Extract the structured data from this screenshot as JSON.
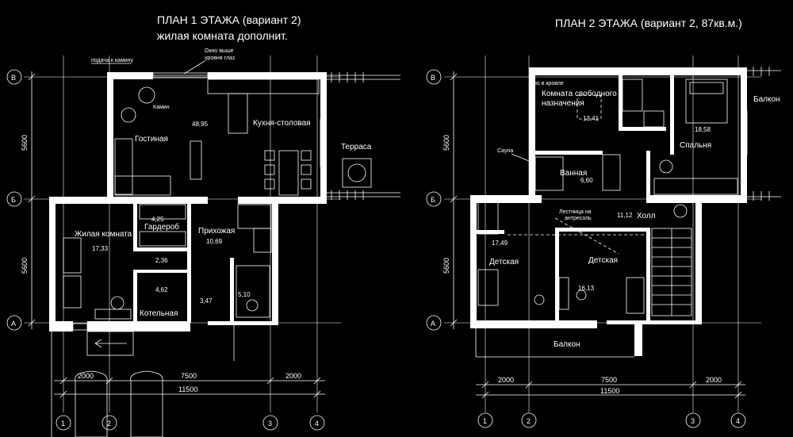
{
  "floor1": {
    "title_line1": "ПЛАН 1 ЭТАЖА (вариант 2)",
    "title_line2": "жилая комната дополнит.",
    "notes": {
      "fireplace_feed": "подача к камину",
      "window_above_1": "Окно выше",
      "window_above_2": "уровня глаз",
      "fireplace": "Камин"
    },
    "rooms": {
      "living": "Гостиная",
      "kitchen": "Кухня-столовая",
      "terrace": "Терраса",
      "bedroom_extra": "Жилая комната",
      "wardrobe": "Гардероб",
      "hall": "Прихожая",
      "boiler": "Котельная"
    },
    "areas": {
      "living_kitchen": "48,95",
      "wardrobe": "4,25",
      "hall": "10,69",
      "bedroom_extra": "17,33",
      "corridor": "2,36",
      "boiler": "4,62",
      "vestibule": "3,47",
      "bath": "5,10"
    },
    "dims": {
      "d1": "2000",
      "d2": "7500",
      "d3": "2000",
      "total": "11500",
      "v1": "5600",
      "v2": "5600"
    },
    "axes": {
      "row_b": "В",
      "row_bb": "Б",
      "row_a": "А",
      "c1": "1",
      "c2": "2",
      "c3": "3",
      "c4": "4"
    }
  },
  "floor2": {
    "title": "ПЛАН 2 ЭТАЖА (вариант 2, 87кв.м.)",
    "notes": {
      "roof_hatch": "но в кровле",
      "sauna": "Сауна",
      "stair_1": "Лестница на",
      "stair_2": "антресоль"
    },
    "rooms": {
      "free_1": "Комната свободного",
      "free_2": "назначения",
      "bedroom": "Спальня",
      "balcony_top": "Балкон",
      "bath": "Ванная",
      "hall": "Холл",
      "kids_left": "Детская",
      "kids_mid": "Детская",
      "balcony_bottom": "Балкон"
    },
    "areas": {
      "free": "13,41",
      "bedroom": "18,58",
      "bath": "6,60",
      "hall": "11,12",
      "kids_left": "17,49",
      "kids_mid": "16,13"
    },
    "dims": {
      "d1": "2000",
      "d2": "7500",
      "d3": "2000",
      "total": "11500",
      "v1": "5600",
      "v2": "5600"
    },
    "axes": {
      "row_b": "В",
      "row_bb": "Б",
      "row_a": "А",
      "c1": "1",
      "c2": "2",
      "c3": "3",
      "c4": "4"
    }
  }
}
